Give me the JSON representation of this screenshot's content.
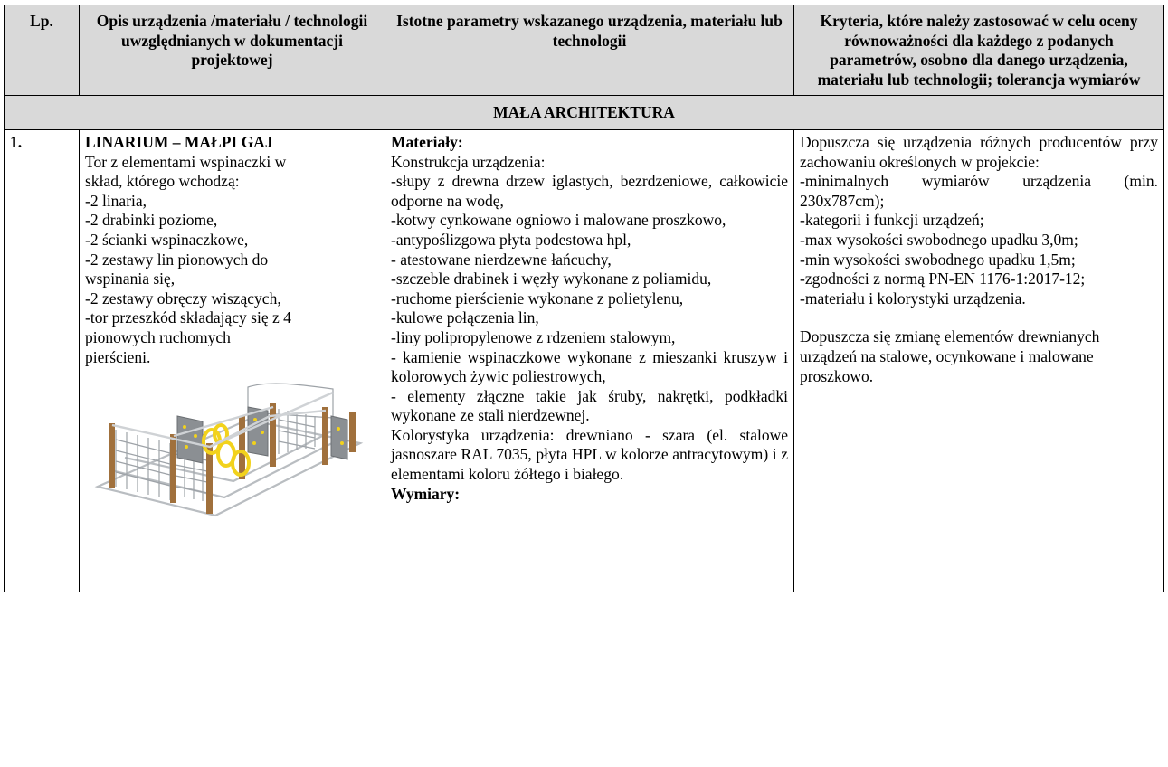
{
  "table": {
    "headers": [
      "Lp.",
      "Opis urządzenia /materiału / technologii uwzględnianych w dokumentacji projektowej",
      "Istotne parametry wskazanego urządzenia, materiału lub technologii",
      "Kryteria, które należy zastosować w celu oceny równoważności dla każdego z podanych parametrów, osobno dla danego urządzenia, materiału lub technologii; tolerancja wymiarów"
    ],
    "section_title": "MAŁA ARCHITEKTURA",
    "row": {
      "lp": "1.",
      "name": "LINARIUM – MAŁPI GAJ",
      "description": [
        "Tor z elementami wspinaczki w",
        "skład, którego wchodzą:",
        "-2 linaria,",
        "-2 drabinki poziome,",
        "-2 ścianki wspinaczkowe,",
        "-2 zestawy lin pionowych do",
        "wspinania się,",
        "-2 zestawy obręczy wiszących,",
        "-tor przeszkód składający się z 4",
        "pionowych ruchomych",
        "pierścieni."
      ],
      "params_heading": "Materiały:",
      "params": [
        "Konstrukcja urządzenia:",
        "-słupy z drewna drzew iglastych, bezrdzeniowe, całkowicie odporne na wodę,",
        "-kotwy cynkowane ogniowo i malowane proszkowo,",
        "-antypoślizgowa płyta podestowa hpl,",
        "- atestowane nierdzewne łańcuchy,",
        "-szczeble drabinek i węzły wykonane z poliamidu,",
        "-ruchome pierścienie wykonane z polietylenu,",
        "-kulowe połączenia lin,",
        "-liny polipropylenowe z rdzeniem stalowym,",
        "- kamienie wspinaczkowe wykonane z mieszanki kruszyw i kolorowych żywic poliestrowych,",
        "- elementy złączne takie jak śruby, nakrętki, podkładki wykonane ze stali nierdzewnej.",
        "Kolorystyka urządzenia: drewniano - szara (el. stalowe jasnoszare RAL 7035, płyta HPL w kolorze antracytowym) i z elementami koloru żółtego i białego."
      ],
      "dims_heading": "Wymiary:",
      "criteria": [
        "Dopuszcza się urządzenia różnych producentów przy zachowaniu określonych w projekcie:",
        "-minimalnych wymiarów urządzenia (min. 230x787cm);",
        "-kategorii i funkcji urządzeń;",
        "-max wysokości swobodnego upadku 3,0m;",
        "-min wysokości swobodnego upadku 1,5m;",
        "-zgodności z normą PN-EN 1176-1:2017-12;",
        "-materiału i kolorystyki urządzenia."
      ],
      "criteria_note": "Dopuszcza się zmianę elementów drewnianych urządzeń na stalowe, ocynkowane i malowane proszkowo."
    }
  },
  "colors": {
    "header_bg": "#d9d9d9",
    "wood": "#a0703c",
    "steel": "#b9bdc1",
    "yellow": "#f2d21c",
    "wall": "#8b8f93"
  },
  "icons": {
    "illustration": "playground-climbing-frame-illustration"
  }
}
